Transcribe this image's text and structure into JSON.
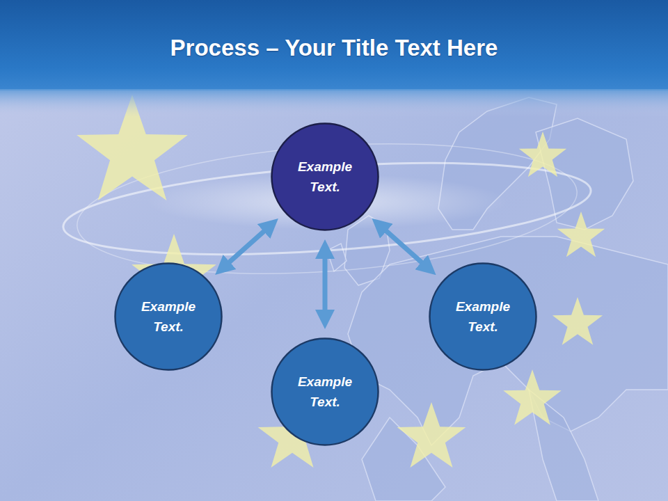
{
  "diagram": {
    "title": "Process – Your Title Text Here",
    "nodes": [
      {
        "text": [
          "Example Text."
        ]
      },
      {
        "text": [
          "Example Text."
        ]
      },
      {
        "text": [
          "Example Text."
        ]
      },
      {
        "text": [
          "Example Text."
        ]
      }
    ],
    "edges": [
      {
        "from": 0,
        "to": 1,
        "arrow": "both"
      },
      {
        "from": 0,
        "to": 3,
        "arrow": "both"
      },
      {
        "from": 0,
        "to": 2,
        "arrow": "both"
      }
    ]
  }
}
